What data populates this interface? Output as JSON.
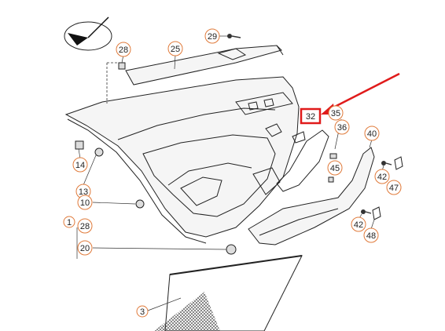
{
  "diagram": {
    "accent_color": "#e07a3a",
    "highlight_color": "#e01b1b",
    "highlighted_label": "32",
    "callouts": [
      {
        "key": "29",
        "label": "29"
      },
      {
        "key": "28a",
        "label": "28"
      },
      {
        "key": "25",
        "label": "25"
      },
      {
        "key": "32",
        "label": "32"
      },
      {
        "key": "35",
        "label": "35"
      },
      {
        "key": "36",
        "label": "36"
      },
      {
        "key": "40",
        "label": "40"
      },
      {
        "key": "14",
        "label": "14"
      },
      {
        "key": "45",
        "label": "45"
      },
      {
        "key": "42a",
        "label": "42"
      },
      {
        "key": "47",
        "label": "47"
      },
      {
        "key": "13",
        "label": "13"
      },
      {
        "key": "10",
        "label": "10"
      },
      {
        "key": "1",
        "label": "1"
      },
      {
        "key": "28b",
        "label": "28"
      },
      {
        "key": "42b",
        "label": "42"
      },
      {
        "key": "48",
        "label": "48"
      },
      {
        "key": "20",
        "label": "20"
      },
      {
        "key": "3",
        "label": "3"
      }
    ]
  }
}
